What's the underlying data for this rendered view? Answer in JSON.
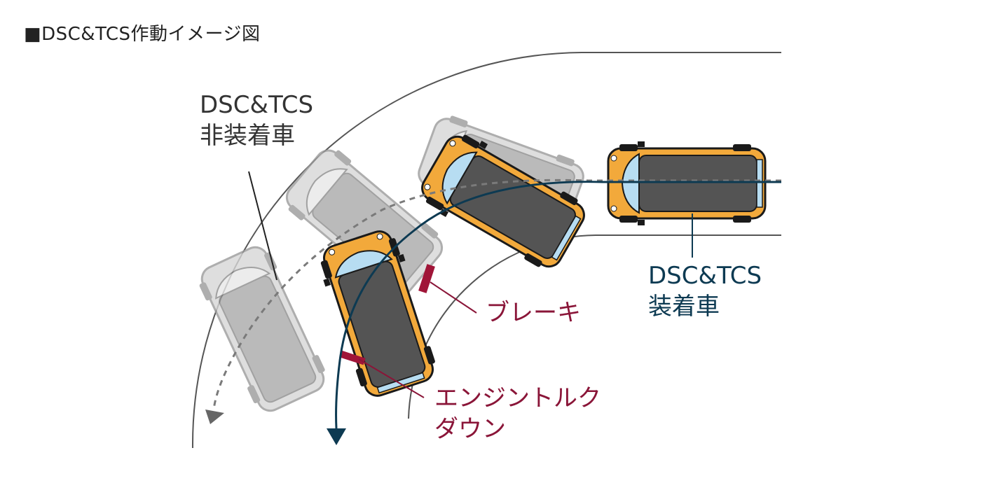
{
  "title": "■DSC&TCS作動イメージ図",
  "labels": {
    "without_line1": "DSC&TCS",
    "without_line2": "非装着車",
    "with_line1": "DSC&TCS",
    "with_line2": "装着車",
    "brake": "ブレーキ",
    "torque_line1": "エンジントルク",
    "torque_line2": "ダウン"
  },
  "colors": {
    "road_line": "#555555",
    "car_body": "#f2a93b",
    "car_roof": "#545454",
    "ghost_car": "#cccccc",
    "path_with": "#0d3a52",
    "path_without": "#777777",
    "brake_highlight": "#a01538",
    "text_brake": "#8a1538",
    "text_with": "#0d3a52",
    "text_without": "#333333"
  }
}
